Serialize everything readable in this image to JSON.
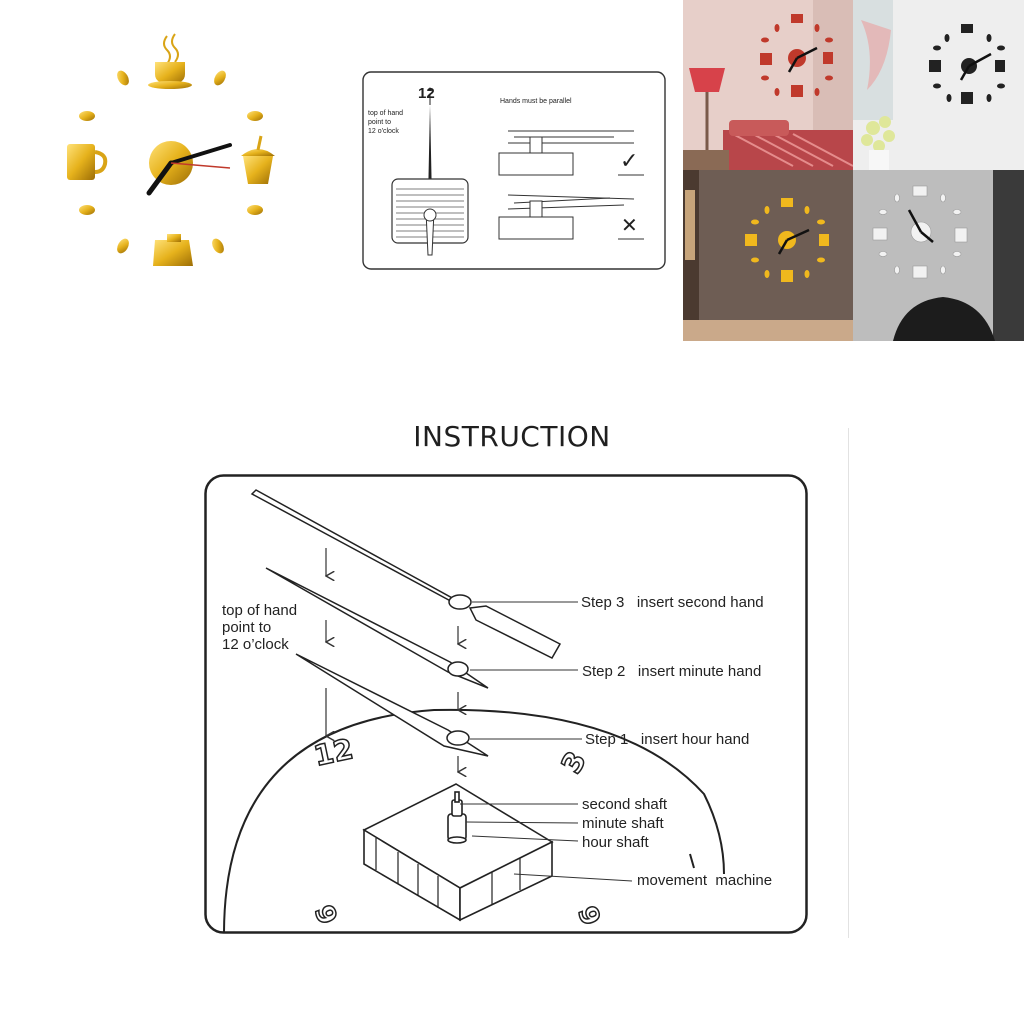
{
  "small_instruction": {
    "label_12": "12",
    "top_note": [
      "top of hand",
      "point to",
      "12 o'clock"
    ],
    "parallel_note": "Hands must be parallel",
    "correct_mark": "✓",
    "wrong_mark": "✕"
  },
  "instruction": {
    "title": "INSTRUCTION",
    "top_note": [
      "top of hand",
      "point to",
      "12 o’clock"
    ],
    "steps": [
      {
        "step": "Step 3",
        "text": "insert second hand"
      },
      {
        "step": "Step 2",
        "text": "insert minute hand"
      },
      {
        "step": "Step 1",
        "text": "insert hour hand"
      }
    ],
    "shafts": [
      "second shaft",
      "minute shaft",
      "hour shaft"
    ],
    "machine": "movement  machine",
    "dial_numbers": [
      "12",
      "3",
      "6",
      "9"
    ]
  },
  "colors": {
    "gold": "#e6b21c",
    "gold_dark": "#a8780a",
    "red": "#c0392b",
    "line": "#333333"
  }
}
